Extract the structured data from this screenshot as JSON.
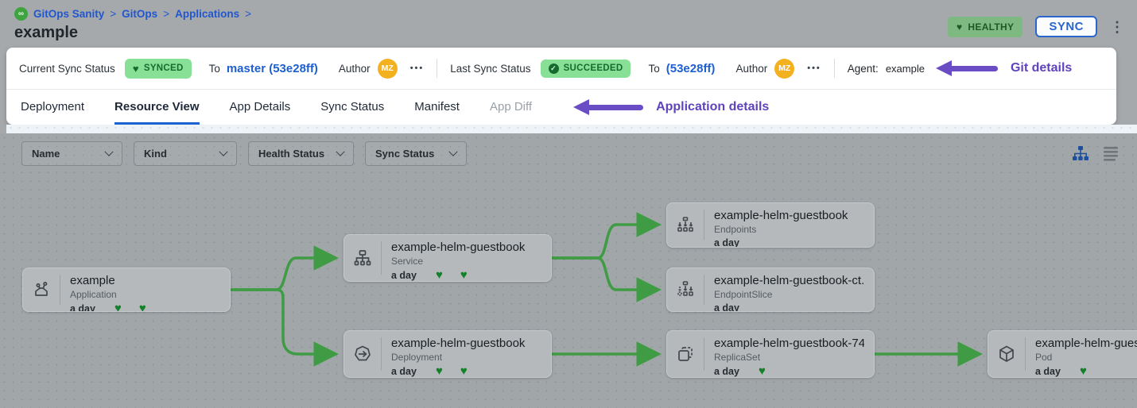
{
  "icons": {
    "heart": "♥",
    "check": "✓",
    "kebab": "⋮",
    "ellipsis": "•••",
    "logo_glyph": "∞"
  },
  "breadcrumb": {
    "items": [
      "GitOps Sanity",
      "GitOps",
      "Applications"
    ],
    "separator": ">"
  },
  "page_title": "example",
  "header": {
    "health_badge": "HEALTHY",
    "sync_button": "SYNC"
  },
  "status_bar": {
    "current_label": "Current Sync Status",
    "current_badge": "SYNCED",
    "current_to": "To",
    "current_revision": "master (53e28ff)",
    "current_author_label": "Author",
    "current_avatar": "MZ",
    "last_label": "Last Sync Status",
    "last_badge": "SUCCEEDED",
    "last_to": "To",
    "last_revision": "(53e28ff)",
    "last_author_label": "Author",
    "last_avatar": "MZ",
    "agent_label": "Agent:",
    "agent_value": "example",
    "annotation": "Git details"
  },
  "tabs": {
    "items": [
      "Deployment",
      "Resource View",
      "App Details",
      "Sync Status",
      "Manifest",
      "App Diff"
    ],
    "active": "Resource View",
    "annotation": "Application details"
  },
  "filters": {
    "name": "Name",
    "kind": "Kind",
    "health": "Health Status",
    "sync": "Sync Status"
  },
  "graph": {
    "nodes": [
      {
        "title": "example",
        "kind": "Application",
        "age": "a day",
        "hearts": 2
      },
      {
        "title": "example-helm-guestbook",
        "kind": "Service",
        "age": "a day",
        "hearts": 2
      },
      {
        "title": "example-helm-guestbook",
        "kind": "Deployment",
        "age": "a day",
        "hearts": 2
      },
      {
        "title": "example-helm-guestbook",
        "kind": "Endpoints",
        "age": "a day",
        "hearts": 0
      },
      {
        "title": "example-helm-guestbook-ct...",
        "kind": "EndpointSlice",
        "age": "a day",
        "hearts": 0
      },
      {
        "title": "example-helm-guestbook-74...",
        "kind": "ReplicaSet",
        "age": "a day",
        "hearts": 1
      },
      {
        "title": "example-helm-guest",
        "kind": "Pod",
        "age": "a day",
        "hearts": 1
      }
    ]
  },
  "colors": {
    "accent_blue": "#1e5fd0",
    "annotation_purple": "#6a4dc5",
    "edge_green": "#3f9c44",
    "heart_green": "#15802a"
  }
}
